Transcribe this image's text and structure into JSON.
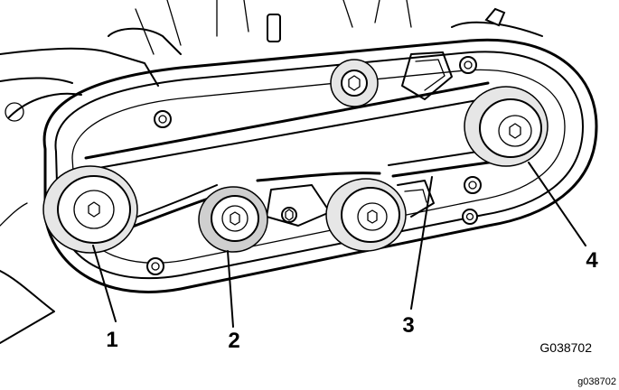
{
  "figure": {
    "callouts": [
      {
        "label": "1"
      },
      {
        "label": "2"
      },
      {
        "label": "3"
      },
      {
        "label": "4"
      }
    ],
    "figure_code": "G038702",
    "figure_code_small": "g038702"
  }
}
